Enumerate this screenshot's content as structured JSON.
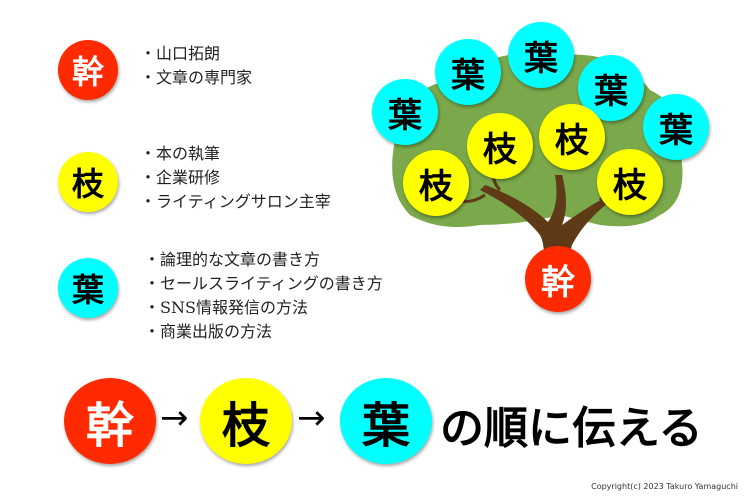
{
  "labels": {
    "trunk": "幹",
    "branch": "枝",
    "leaf": "葉"
  },
  "trunk_items": [
    "山口拓朗",
    "文章の専門家"
  ],
  "branch_items": [
    "本の執筆",
    "企業研修",
    "ライティングサロン主宰"
  ],
  "leaf_items": [
    "論理的な文章の書き方",
    "セールスライティングの書き方",
    "SNS情報発信の方法",
    "商業出版の方法"
  ],
  "flow": {
    "arrow": "→",
    "tail": "の順に伝える"
  },
  "copyright": "Copyright(c) 2023 Takuro Yamaguchi",
  "colors": {
    "trunk": "#ff2a00",
    "branch": "#ffff00",
    "leaf": "#00ffff",
    "canopy": "#7aa84a",
    "bark": "#5e3a17"
  }
}
